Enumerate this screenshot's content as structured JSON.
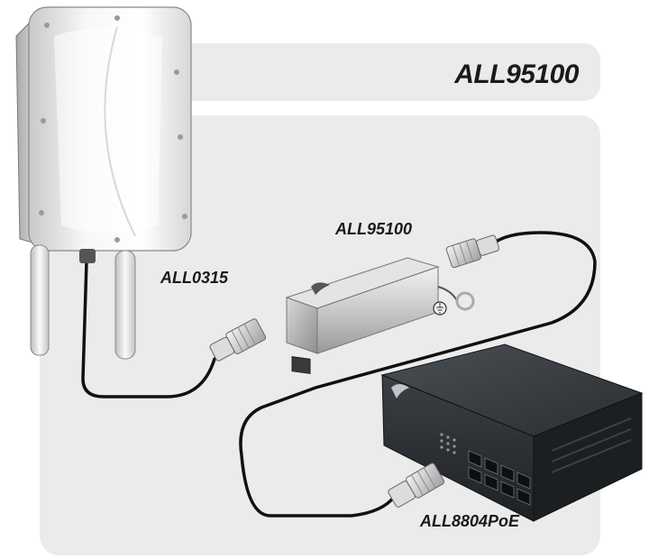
{
  "title": "ALL95100",
  "labels": {
    "surge_protector": "ALL95100",
    "access_point": "ALL0315",
    "switch": "ALL8804PoE"
  },
  "colors": {
    "panel": "#ebebeb",
    "text": "#1a1a1a",
    "cable": "#111111",
    "switch_body": "#2b2f33"
  }
}
